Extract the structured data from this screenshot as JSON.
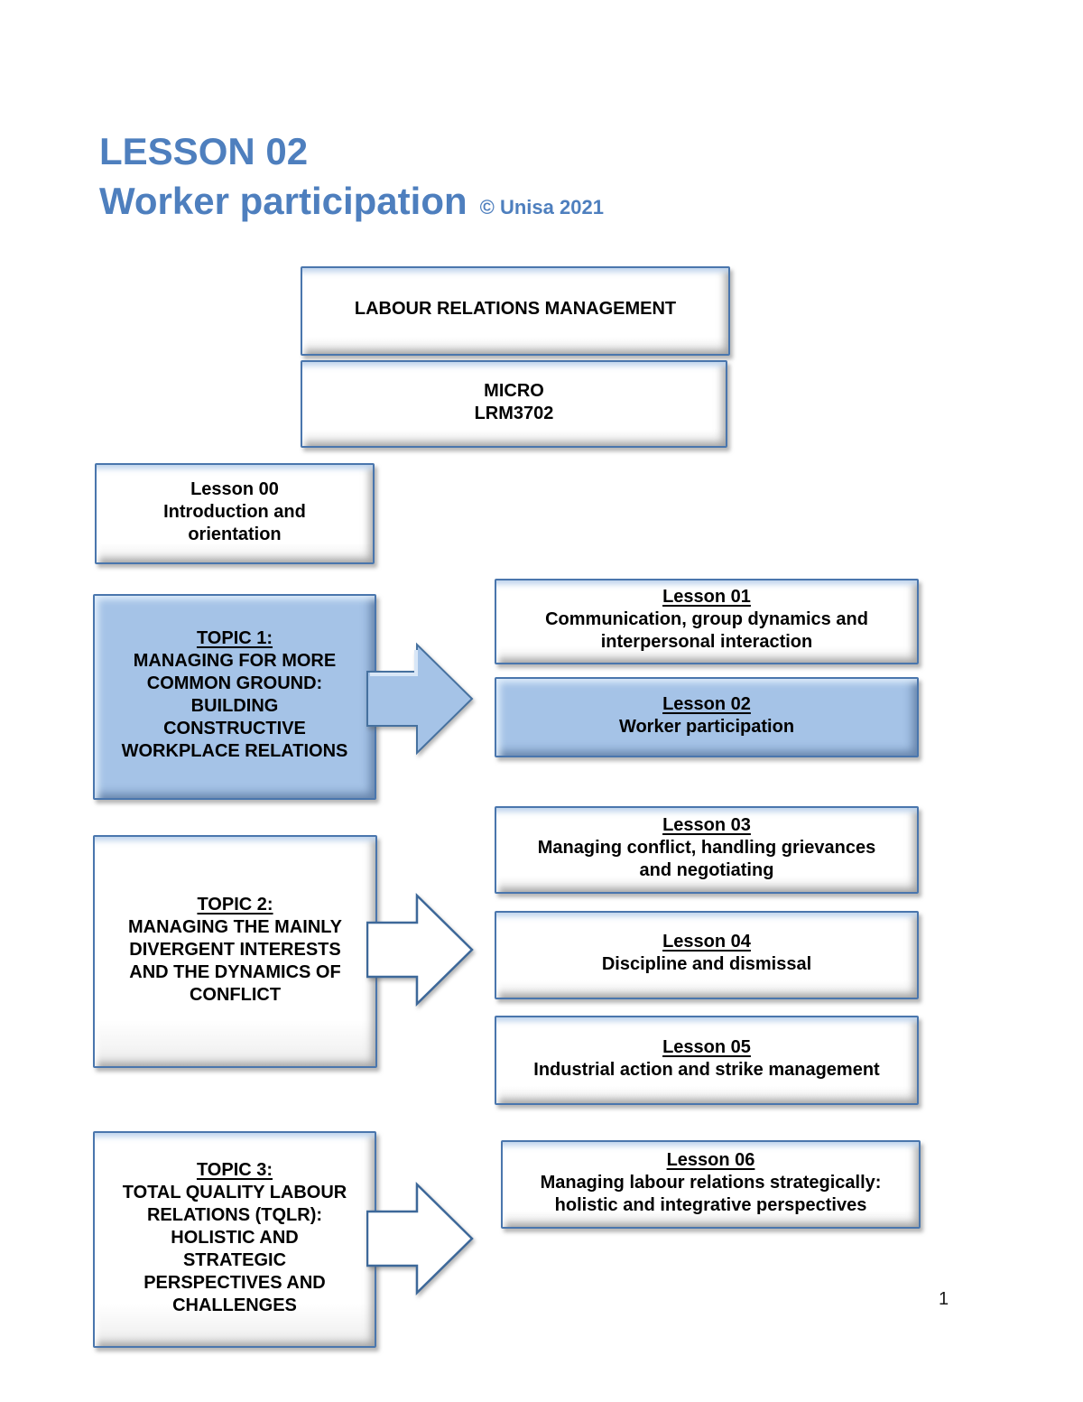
{
  "page": {
    "title_line1": "LESSON 02",
    "title_line2": "Worker participation",
    "title_copyright": "© Unisa 2021",
    "page_number": "1"
  },
  "colors": {
    "title_blue": "#4e7fbe",
    "box_border_blue": "#4a76ad",
    "box_fill_blue": "#a5c3e7",
    "arrow_outline_blue": "#3d6899"
  },
  "diagram": {
    "course_box": {
      "label": "LABOUR RELATIONS MANAGEMENT"
    },
    "module_box": {
      "label": "MICRO\nLRM3702"
    },
    "lesson00_box": {
      "heading": "Lesson 00",
      "body": "Introduction and\norientation"
    },
    "topic1_box": {
      "heading": "TOPIC 1:",
      "body": "MANAGING FOR MORE\nCOMMON GROUND:\nBUILDING\nCONSTRUCTIVE\nWORKPLACE RELATIONS"
    },
    "topic2_box": {
      "heading": "TOPIC 2:",
      "body": "MANAGING THE MAINLY\nDIVERGENT INTERESTS\nAND THE DYNAMICS OF\nCONFLICT"
    },
    "topic3_box": {
      "heading": "TOPIC 3:",
      "body": "TOTAL QUALITY LABOUR\nRELATIONS (TQLR):\nHOLISTIC AND\nSTRATEGIC\nPERSPECTIVES AND\nCHALLENGES"
    },
    "lesson01_box": {
      "heading": "Lesson 01",
      "body": "Communication, group dynamics and\ninterpersonal interaction"
    },
    "lesson02_box": {
      "heading": "Lesson 02",
      "body": "Worker participation"
    },
    "lesson03_box": {
      "heading": "Lesson 03",
      "body": "Managing conflict, handling grievances\nand negotiating"
    },
    "lesson04_box": {
      "heading": "Lesson 04",
      "body": "Discipline and dismissal"
    },
    "lesson05_box": {
      "heading": "Lesson 05",
      "body": "Industrial action and strike management"
    },
    "lesson06_box": {
      "heading": "Lesson 06",
      "body": "Managing labour relations strategically:\nholistic and integrative perspectives"
    }
  }
}
